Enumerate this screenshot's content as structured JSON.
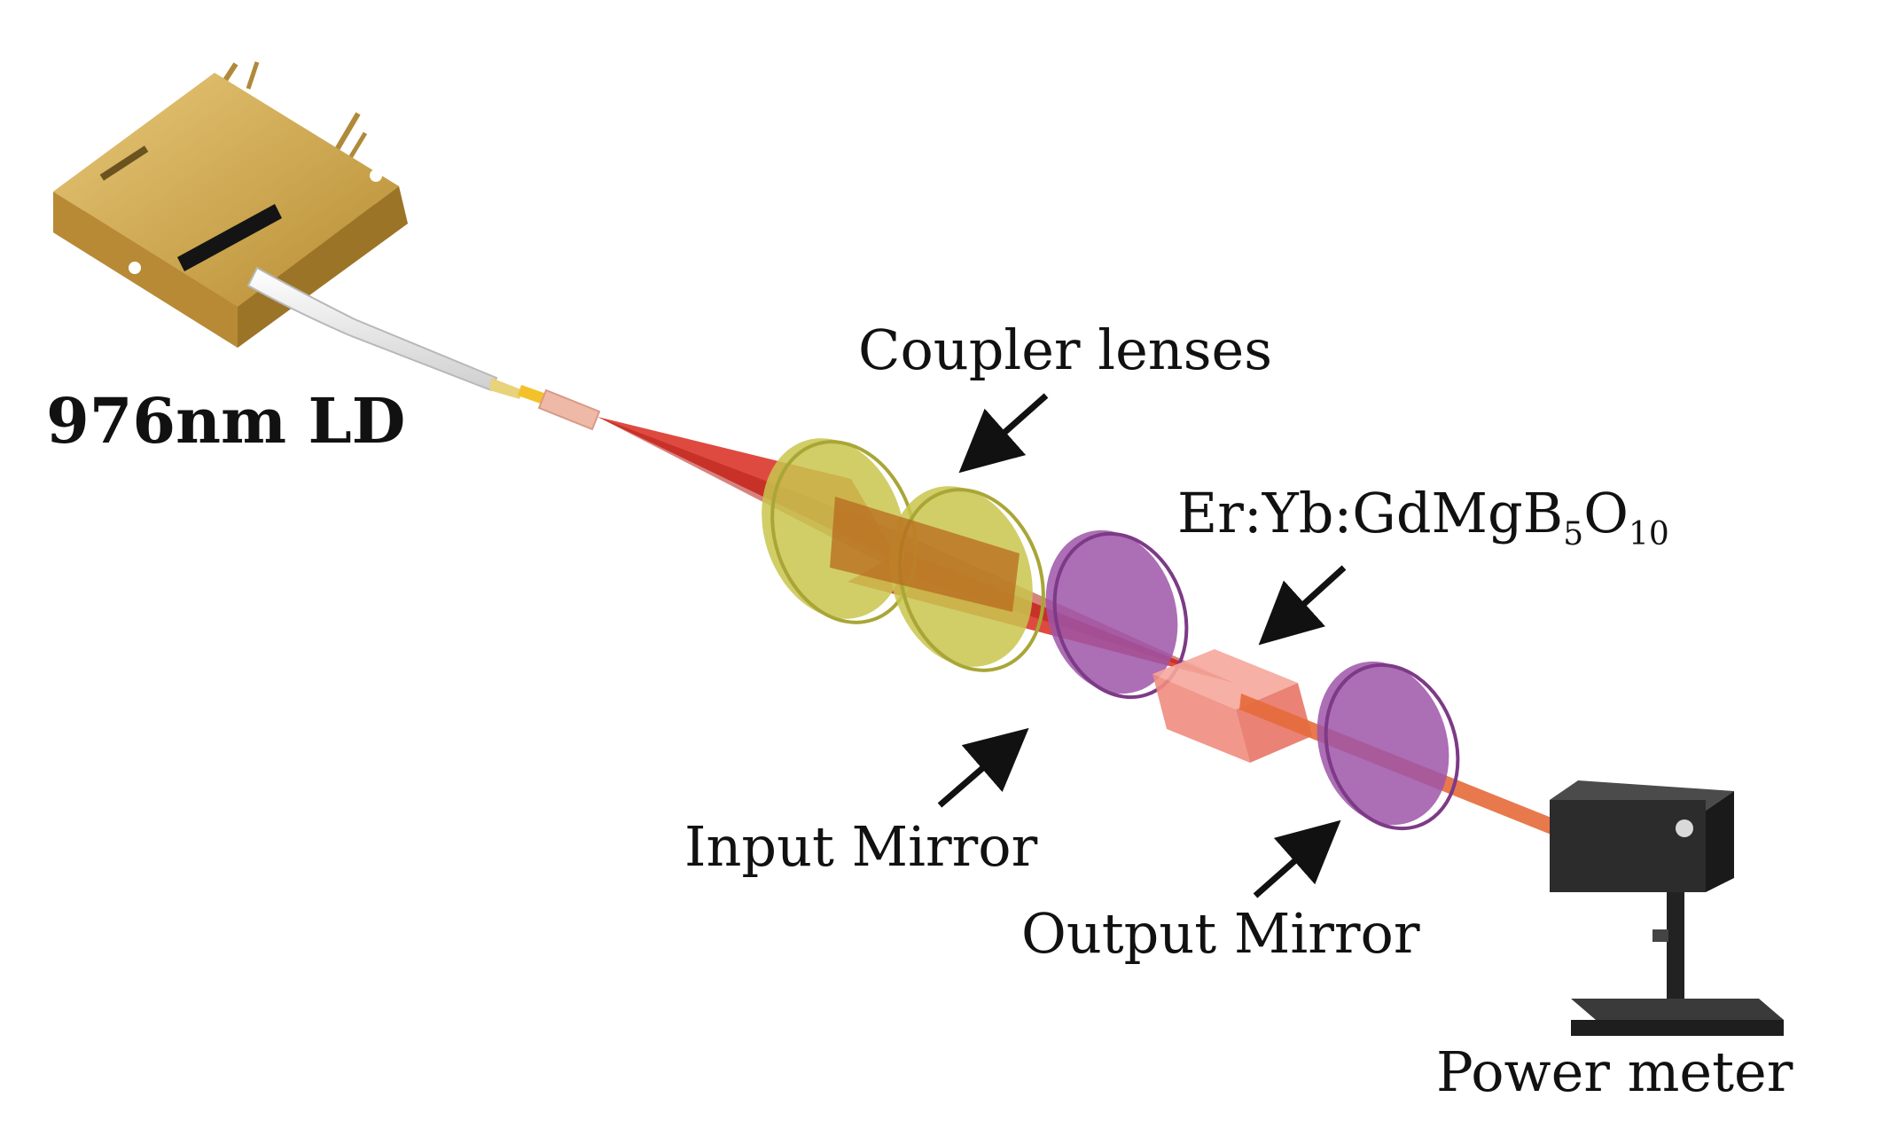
{
  "labels": {
    "laser_diode": "976nm LD",
    "coupler_lenses": "Coupler lenses",
    "crystal": {
      "prefix": "Er:Yb:GdMgB",
      "sub1": "5",
      "mid": "O",
      "sub2": "10"
    },
    "input_mirror": "Input Mirror",
    "output_mirror": "Output Mirror",
    "power_meter": "Power meter"
  },
  "colors": {
    "pump_beam": "#d92a1e",
    "laser_beam": "#e56a3a",
    "coupler_lens": "#c9c64e",
    "mirror": "#9e55a8",
    "crystal": "#f08c80",
    "diode_body": "#c8a24d",
    "power_meter_body": "#2c2c2c"
  },
  "icons": {
    "laser_diode": "butterfly-laser-diode-package",
    "power_meter": "optical-power-meter-on-stand"
  }
}
